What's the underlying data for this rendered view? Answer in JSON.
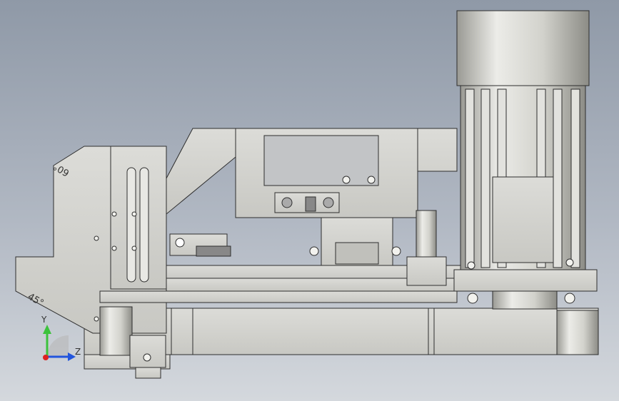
{
  "view": {
    "angle_labels": {
      "sixty": "60°",
      "forty_five": "45°"
    },
    "triad": {
      "y_axis": "Y",
      "z_axis": "Z"
    },
    "colors": {
      "part_fill": "#d6d6d2",
      "part_stroke": "#2e2e2e",
      "motor_fill": "#cdcdc7",
      "axis_y": "#3cc23c",
      "axis_z": "#2255dd",
      "axis_x": "#dd2222"
    }
  }
}
